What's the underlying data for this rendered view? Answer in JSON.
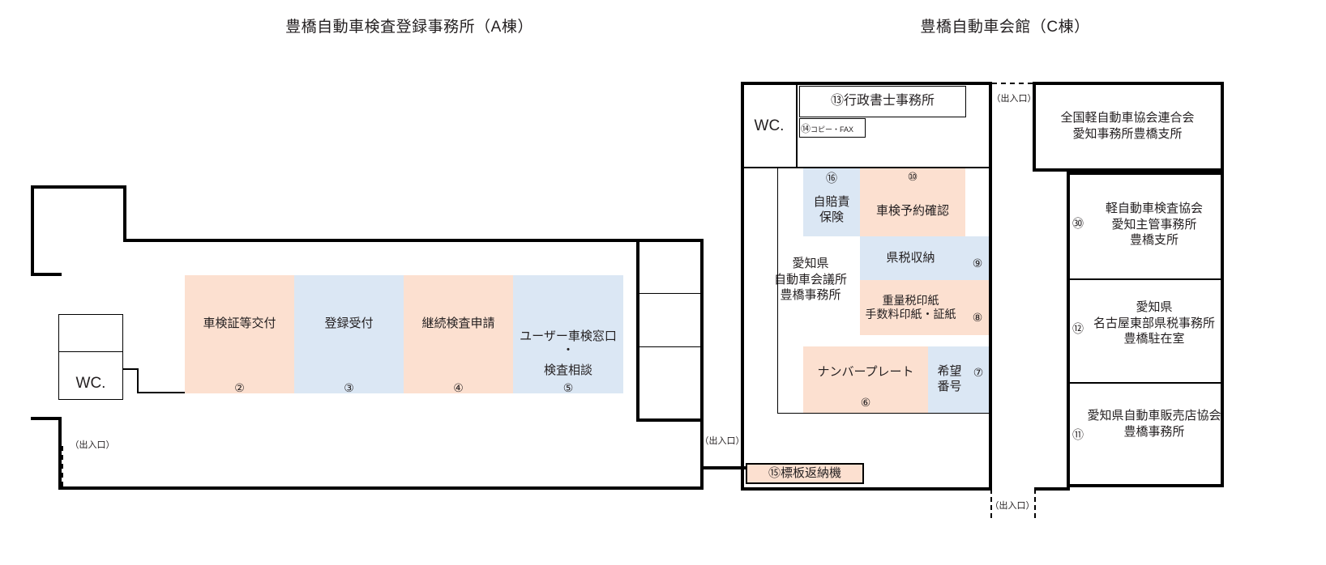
{
  "buildings": {
    "a": {
      "title": "豊橋自動車検査登録事務所（A棟）"
    },
    "c": {
      "title": "豊橋自動車会館（C棟）"
    }
  },
  "labels": {
    "wc": "WC.",
    "entrance": "（出入口）",
    "mid_dot": "・"
  },
  "a_wing": {
    "counters": [
      {
        "name": "車検証等交付",
        "num": "②",
        "color": "#fce0d0"
      },
      {
        "name": "登録受付",
        "num": "③",
        "color": "#dbe7f4"
      },
      {
        "name": "継続検査申請",
        "num": "④",
        "color": "#fce0d0"
      },
      {
        "name": "ユーザー車検窓口",
        "name2": "検査相談",
        "num": "⑤",
        "color": "#dbe7f4"
      }
    ]
  },
  "c_wing": {
    "admin_office": {
      "num": "⑬",
      "name": "行政書士事務所"
    },
    "copy_fax": {
      "num": "⑭",
      "name": "コピー・FAX"
    },
    "jibaiseki": {
      "num": "⑯",
      "name": "自賠責\n保険",
      "color": "#dbe7f4"
    },
    "reservation": {
      "num": "⑩",
      "name": "車検予約確認",
      "color": "#fce0d0"
    },
    "prefectural_tax": {
      "num": "⑨",
      "name": "県税収納",
      "color": "#dbe7f4"
    },
    "stamp_counter": {
      "num": "⑧",
      "name": "重量税印紙\n手数料印紙・証紙",
      "color": "#fce0d0"
    },
    "number_plate": {
      "num": "⑥",
      "name": "ナンバープレート",
      "color": "#fce0d0"
    },
    "desired_number": {
      "num": "⑦",
      "name": "希望\n番号",
      "color": "#dbe7f4"
    },
    "aichi_council": {
      "name": "愛知県\n自動車会議所\n豊橋事務所"
    },
    "plate_return": {
      "num": "⑮",
      "name": "標板返納機",
      "color": "#fce0d0"
    }
  },
  "d_wing": {
    "rooms": [
      {
        "num": "",
        "name": "全国軽自動車協会連合会\n愛知事務所豊橋支所"
      },
      {
        "num": "㉚",
        "name": "軽自動車検査協会\n愛知主管事務所\n豊橋支所"
      },
      {
        "num": "⑫",
        "name": "愛知県\n名古屋東部県税事務所\n豊橋駐在室"
      },
      {
        "num": "⑪",
        "name": "愛知県自動車販売店協会\n豊橋事務所"
      }
    ]
  },
  "colors": {
    "pink": "#fce0d0",
    "blue": "#dbe7f4",
    "wall": "#000000",
    "text": "#231f20"
  }
}
